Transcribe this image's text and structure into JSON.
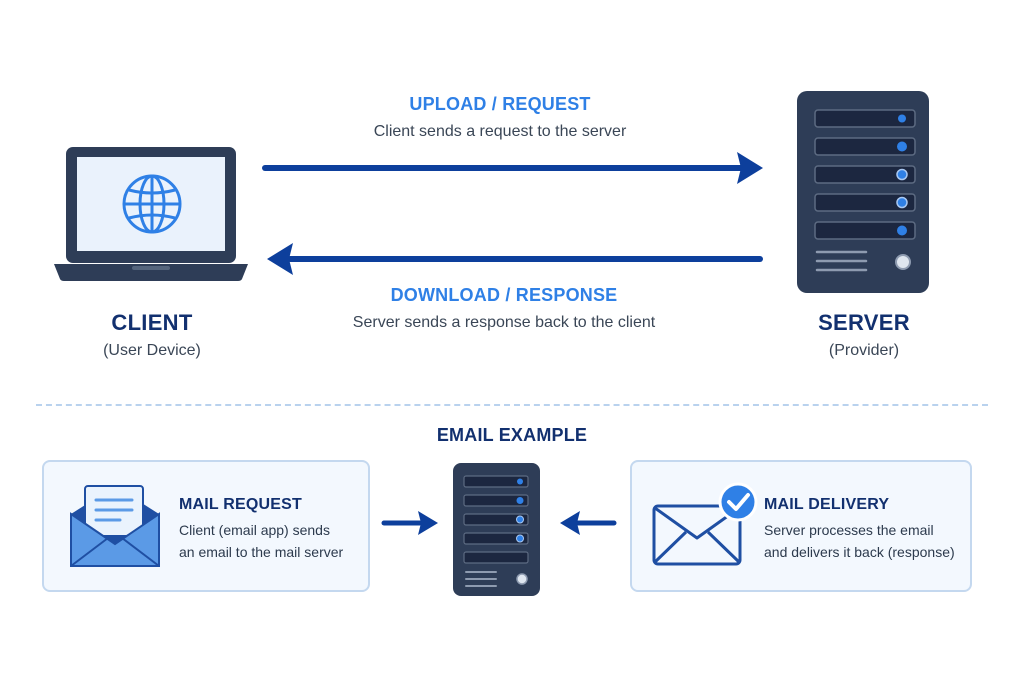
{
  "top_flow": {
    "upload": {
      "title": "UPLOAD / REQUEST",
      "subtitle": "Client sends a request to the server"
    },
    "download": {
      "title": "DOWNLOAD / RESPONSE",
      "subtitle": "Server sends a response back to the client"
    }
  },
  "client": {
    "title": "CLIENT",
    "subtitle": "(User Device)",
    "icon": "globe-icon"
  },
  "server": {
    "title": "SERVER",
    "subtitle": "(Provider)",
    "icon": "server-icon"
  },
  "email_example": {
    "title": "EMAIL EXAMPLE",
    "mail_request": {
      "title": "MAIL REQUEST",
      "line1": "Client (email app) sends",
      "line2": "an email to the mail server",
      "icon": "open-envelope-icon"
    },
    "mail_delivery": {
      "title": "MAIL DELIVERY",
      "line1": "Server processes the email",
      "line2": "and delivers it back (response)",
      "icon": "envelope-check-icon"
    }
  },
  "colors": {
    "navy": "#12306f",
    "arrow": "#0d3f9c",
    "accent": "#2f80e6",
    "server_body": "#2e3d57",
    "card_bg": "#f3f8fe",
    "card_border": "#c4d8ef"
  }
}
